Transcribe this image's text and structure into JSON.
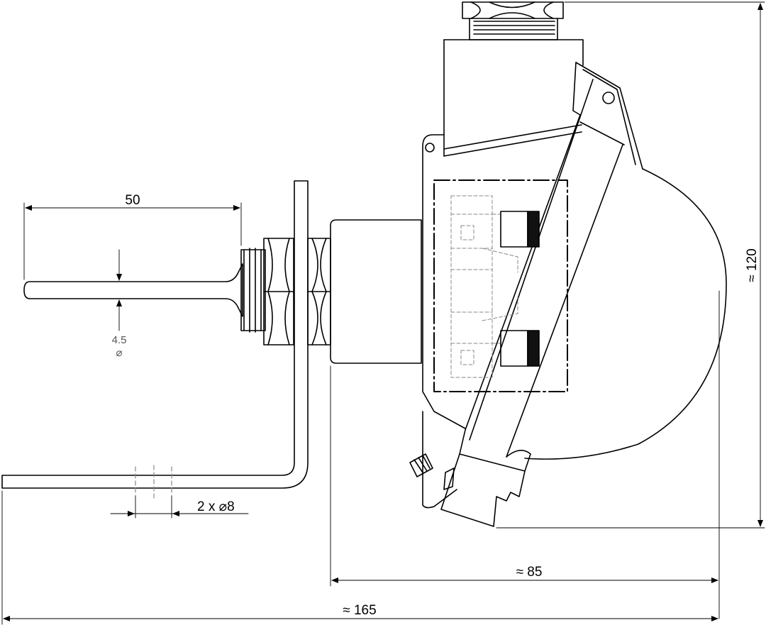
{
  "dimensions": {
    "probe_length": "50",
    "probe_diameter_value": "4.5",
    "probe_diameter_symbol": "⌀",
    "mounting_holes": "2 x ⌀8",
    "housing_width": "≈ 85",
    "total_width": "≈ 165",
    "height": "≈ 120"
  },
  "colors": {
    "line": "#000000",
    "hidden": "#888888",
    "background": "#ffffff"
  }
}
